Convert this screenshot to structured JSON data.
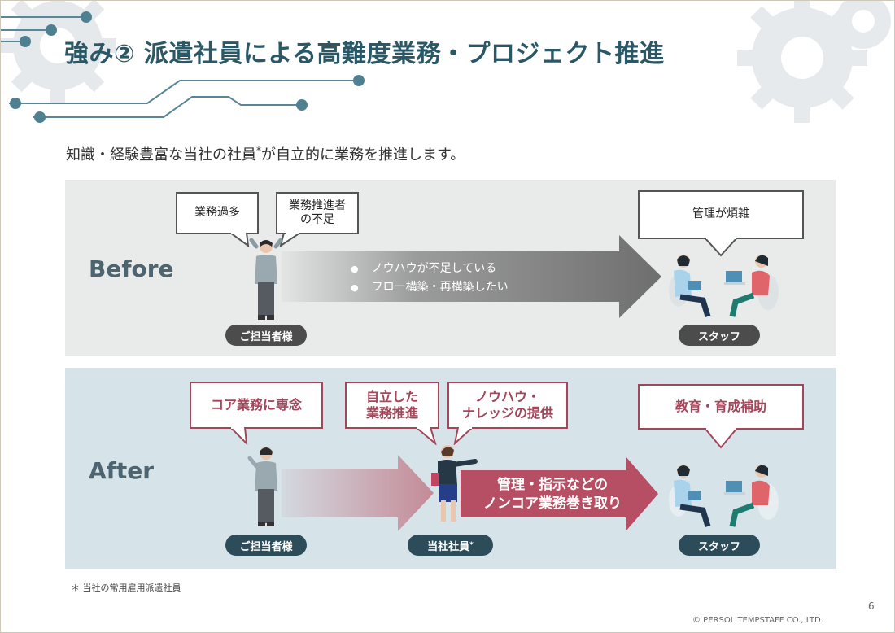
{
  "title": "強み② 派遣社員による高難度業務・プロジェクト推進",
  "subtitle": {
    "text": "知識・経験豊富な当社の社員",
    "mark": "*",
    "suffix": "が自立的に業務を推進します。"
  },
  "before": {
    "label": "Before",
    "bubble_overload": "業務過多",
    "bubble_shortage": "業務推進者\nの不足",
    "bubble_complex": "管理が煩雑",
    "bullets": [
      "ノウハウが不足している",
      "フロー構築・再構築したい"
    ],
    "client_tag": "ご担当者様",
    "staff_tag": "スタッフ"
  },
  "after": {
    "label": "After",
    "bubble_core": "コア業務に専念",
    "bubble_autonomous": "自立した\n業務推進",
    "bubble_knowhow": "ノウハウ・\nナレッジの提供",
    "bubble_education": "教育・育成補助",
    "arrow_text": "管理・指示などの\nノンコア業務巻き取り",
    "client_tag": "ご担当者様",
    "employee_tag": "当社社員",
    "employee_mark": "*",
    "staff_tag": "スタッフ"
  },
  "footnote": "＊  当社の常用雇用派遣社員",
  "page_number": "6",
  "copyright": "© PERSOL TEMPSTAFF CO., LTD.",
  "colors": {
    "title": "#2a5866",
    "accent_red": "#a3465a",
    "teal_dark": "#2d4c59",
    "gear": "#dfe3e5"
  },
  "icons": [
    "gear-icon",
    "circuit-icon",
    "person-icon",
    "arrow-icon"
  ]
}
